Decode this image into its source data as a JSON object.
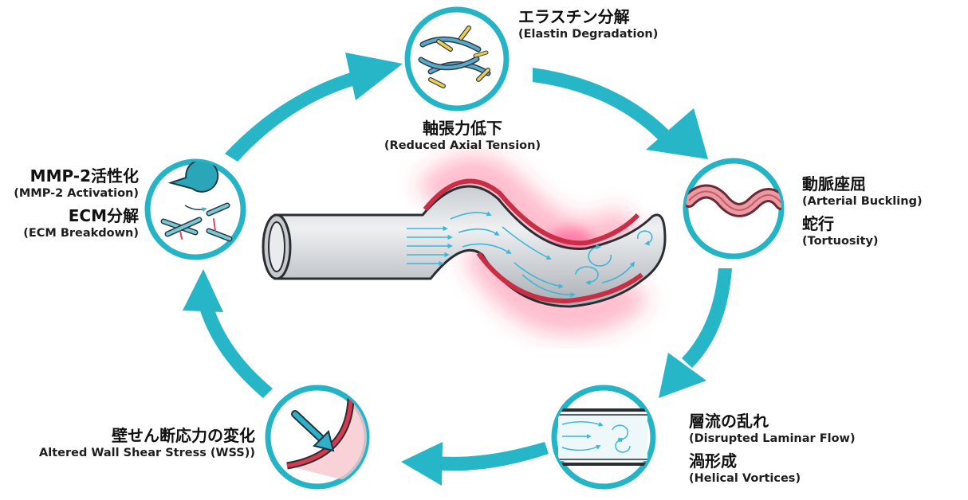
{
  "theme": {
    "arrow_color": "#27b5c8",
    "node_border_color": "#25b4c6",
    "artery_wall_color": "#c92e45",
    "inflammation_glow_color": "#ff3b6b",
    "flow_line_color": "#3fb6d6"
  },
  "nodes": {
    "elastin": {
      "jp": "エラスチン分解",
      "en": "(Elastin Degradation)",
      "icon": "fragmented-elastin-fibers-icon"
    },
    "buckling": {
      "jp": "動脈座屈",
      "en": "(Arterial Buckling)",
      "jp2": "蛇行",
      "en2": "(Tortuosity)",
      "icon": "wavy-artery-icon"
    },
    "flow": {
      "jp": "層流の乱れ",
      "en": "(Disrupted Laminar Flow)",
      "jp2": "渦形成",
      "en2": "(Helical Vortices)",
      "icon": "vortex-flow-channel-icon"
    },
    "wss": {
      "jp": "壁せん断応力の変化",
      "en": "Altered Wall Shear Stress (WSS))",
      "icon": "shear-stress-arrow-icon"
    },
    "mmp": {
      "jp": "MMP-2活性化",
      "en": "(MMP-2 Activation)",
      "jp2": "ECM分解",
      "en2": "(ECM Breakdown)",
      "icon": "pacman-enzyme-fibers-icon"
    }
  },
  "center": {
    "jp": "軸張力低下",
    "en": "(Reduced Axial Tension)",
    "icon": "tortuous-artery-vortex-icon"
  }
}
